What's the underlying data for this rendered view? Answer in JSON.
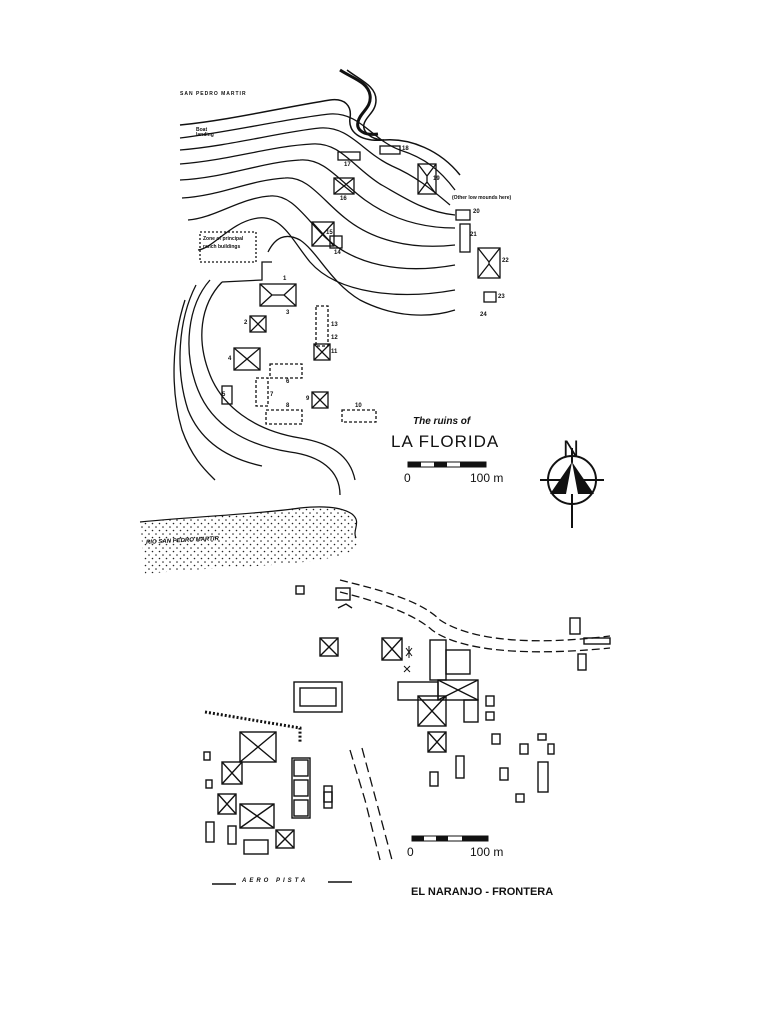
{
  "la_florida": {
    "title_small": "The ruins of",
    "title_big": "LA FLORIDA",
    "place_top": "SAN PEDRO MARTIR",
    "boat_landing": "Boat landing",
    "zone_note": "Zone of principal ranch buildings",
    "other_mounds_note": "(Other low mounds here)",
    "scale": {
      "zero": "0",
      "end": "100 m"
    },
    "structure_numbers": [
      "1",
      "2",
      "3",
      "4",
      "5",
      "6",
      "7",
      "8",
      "9",
      "10",
      "11",
      "12",
      "13",
      "14",
      "15",
      "16",
      "17",
      "18",
      "19",
      "20",
      "21",
      "22",
      "23",
      "24"
    ]
  },
  "north_arrow": {
    "label": "N"
  },
  "el_naranjo": {
    "river_label": "RIO SAN PEDRO MARTIR",
    "airstrip_label": "AERO PISTA",
    "site_name": "EL NARANJO - FRONTERA",
    "scale": {
      "zero": "0",
      "end": "100 m"
    }
  }
}
